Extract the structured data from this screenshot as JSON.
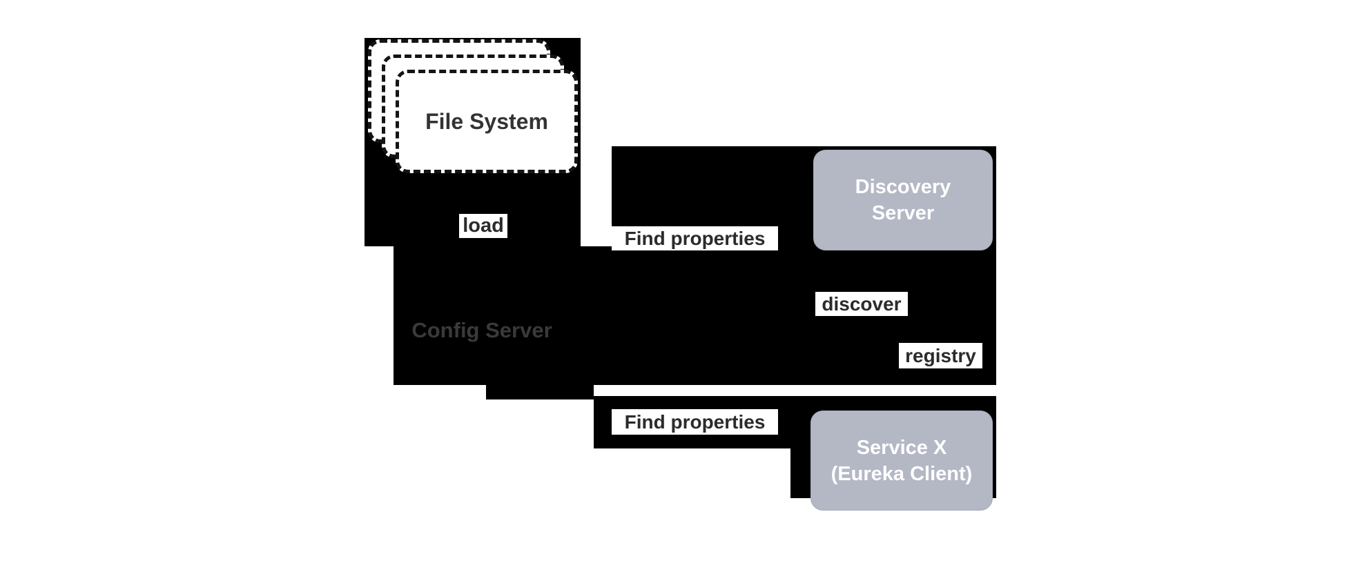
{
  "diagram": {
    "colors": {
      "background": "#ffffff",
      "silhouette": "#000000",
      "node_fill": "#b4b8c5",
      "node_text": "#ffffff",
      "label_text": "#2b2b2b",
      "muted_text": "#3a3a3a",
      "diagram_text": "#333333"
    },
    "nodes": {
      "file_system": {
        "label": "File System"
      },
      "config_server": {
        "label": "Config Server"
      },
      "discovery_server": {
        "line1": "Discovery",
        "line2": "Server"
      },
      "service_x": {
        "line1": "Service X",
        "line2": "(Eureka Client)"
      }
    },
    "edges": {
      "load": {
        "label": "load"
      },
      "find_properties_top": {
        "label": "Find properties"
      },
      "find_properties_bottom": {
        "label": "Find properties"
      },
      "discover": {
        "label": "discover"
      },
      "registry": {
        "label": "registry"
      }
    }
  }
}
